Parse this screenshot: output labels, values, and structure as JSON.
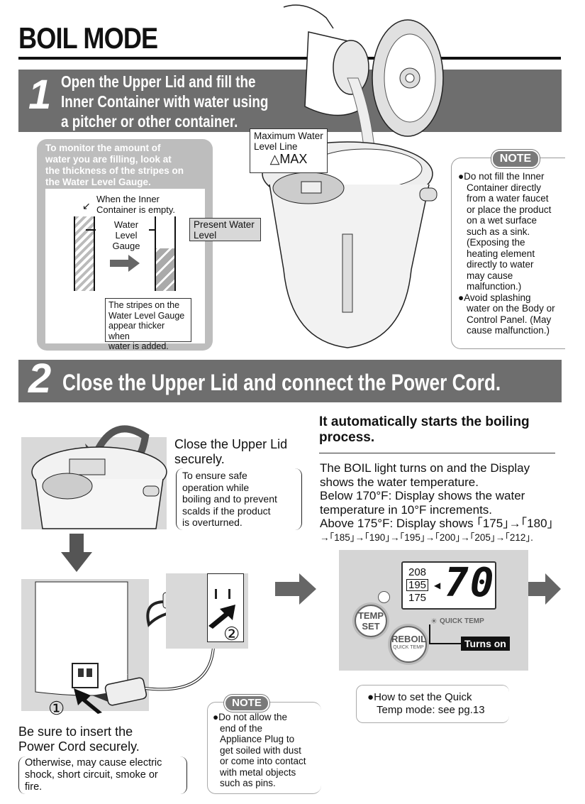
{
  "title": "BOIL MODE",
  "step1": {
    "number": "1",
    "text_line1": "Open the Upper Lid and fill the",
    "text_line2": "Inner Container with water using",
    "text_line3": "a pitcher or other container.",
    "monitor_line1": "To monitor the amount of",
    "monitor_line2": "water you are filling, look at",
    "monitor_line3": "the thickness of the stripes on",
    "monitor_line4": "the Water Level Gauge.",
    "empty_line1": "When the Inner",
    "empty_line2": "Container is empty.",
    "gauge_line1": "Water",
    "gauge_line2": "Level",
    "gauge_line3": "Gauge",
    "present_line1": "Present Water",
    "present_line2": "Level",
    "stripes_line1": "The stripes on the",
    "stripes_line2": "Water Level Gauge",
    "stripes_line3": "appear thicker when",
    "stripes_line4": "water is added.",
    "max_line1": "Maximum Water",
    "max_line2": "Level Line",
    "max_symbol": "△MAX",
    "note_label": "NOTE",
    "note1_line1": "Do not fill the Inner",
    "note1_line2": "Container directly",
    "note1_line3": "from a water faucet",
    "note1_line4": "or place the product",
    "note1_line5": "on a wet surface",
    "note1_line6": "such as a sink.",
    "note1_line7": "(Exposing the",
    "note1_line8": "heating element",
    "note1_line9": "directly to water",
    "note1_line10": "may cause",
    "note1_line11": "malfunction.)",
    "note2_line1": "Avoid splashing",
    "note2_line2": "water on the Body or",
    "note2_line3": "Control Panel. (May",
    "note2_line4": "cause malfunction.)"
  },
  "step2": {
    "number": "2",
    "text": "Close the Upper Lid and connect the Power Cord.",
    "close_line1": "Close the Upper Lid",
    "close_line2": "securely.",
    "safe_line1": "To ensure safe",
    "safe_line2": "operation while",
    "safe_line3": "boiling and to prevent",
    "safe_line4": "scalds if the product",
    "safe_line5": "is overturned.",
    "insert_line1": "Be sure to insert the",
    "insert_line2": "Power Cord securely.",
    "otherwise_line1": "Otherwise, may cause electric",
    "otherwise_line2": "shock, short circuit, smoke or",
    "otherwise_line3": "fire.",
    "note_label": "NOTE",
    "note_line1": "Do not allow the",
    "note_line2": "end of the",
    "note_line3": "Appliance Plug to",
    "note_line4": "get soiled with dust",
    "note_line5": "or come into contact",
    "note_line6": "with metal objects",
    "note_line7": "such as pins.",
    "circle1": "①",
    "circle2": "②"
  },
  "auto": {
    "heading_line1": "It automatically starts the boiling",
    "heading_line2": "process.",
    "body_line1": "The BOIL light turns on and the Display",
    "body_line2": "shows the water temperature.",
    "body_line3": "Below 170°F: Display shows the water",
    "body_line4": "temperature in 10°F increments.",
    "body_line5": "Above 175°F: Display shows ｢175｣→｢180｣",
    "body_line6": "→｢185｣→｢190｣→｢195｣→｢200｣→｢205｣→｢212｣."
  },
  "display": {
    "temp1": "208",
    "temp2": "195",
    "temp3": "175",
    "value": "70",
    "temp_btn_1": "TEMP",
    "temp_btn_2": "SET",
    "reboil": "REBOIL",
    "quick_temp_small": "QUICK TEMP",
    "quick_temp_label": "QUICK TEMP",
    "turns_on": "Turns on"
  },
  "howto": {
    "line1": "How to set the Quick",
    "line2": "Temp mode: see pg.13"
  }
}
